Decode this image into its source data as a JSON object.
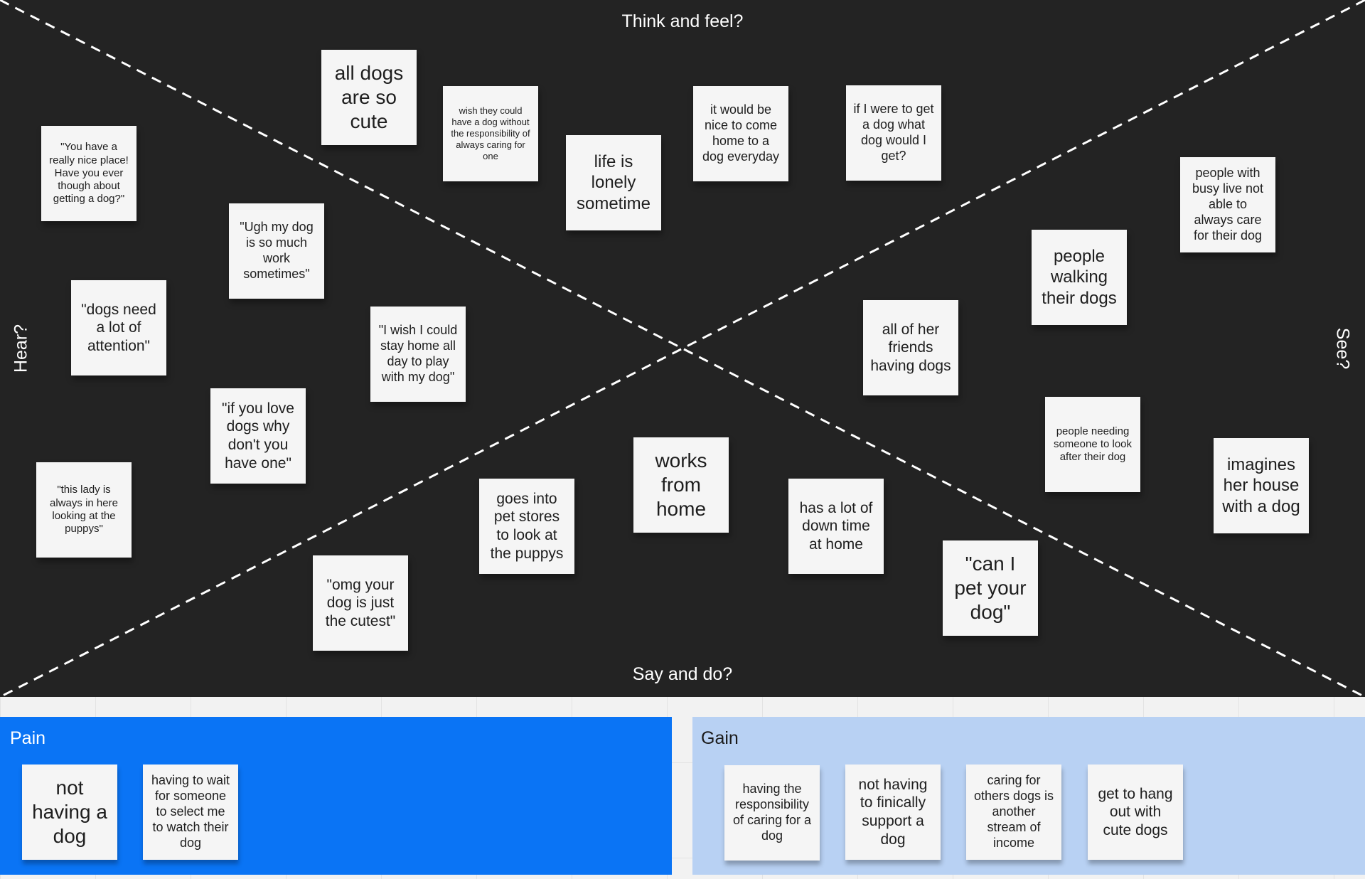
{
  "board": {
    "labels": {
      "think": "Think and feel?",
      "say": "Say and do?",
      "hear": "Hear?",
      "see": "See?"
    },
    "colors": {
      "background": "#232323",
      "note": "#f5f5f5",
      "lines": "#ffffff"
    },
    "notes": {
      "all_dogs_cute": "all dogs are so cute",
      "wish_dog_no_responsibility": "wish they could have a dog without the responsibility of always caring for one",
      "life_lonely": "life is lonely sometime",
      "nice_come_home": "it would be nice to come home to a dog everyday",
      "what_dog": "if I were to get a dog what dog would I get?",
      "nice_place": "\"You have a really nice place! Have you ever though about getting a dog?\"",
      "ugh_work": "\"Ugh my dog is so much work sometimes\"",
      "need_attention": "\"dogs need a lot of attention\"",
      "wish_stay_home": "\"I wish I could stay home all day to play with my dog\"",
      "why_dont_you": "\"if you love dogs why don't you have one\"",
      "lady_puppys": "\"this lady is always in here looking at the puppys\"",
      "busy_people": "people with busy live not able to always care for their dog",
      "people_walking": "people walking their dogs",
      "friends_dogs": "all of her friends having dogs",
      "needing_someone": "people needing someone to look after their dog",
      "imagines_house": "imagines her house with a dog",
      "works_home": "works from home",
      "pet_stores": "goes into pet stores to look at the puppys",
      "down_time": "has a lot of down time at home",
      "can_pet": "\"can I pet your dog\"",
      "omg_cutest": "\"omg your dog is just the cutest\""
    }
  },
  "pain": {
    "title": "Pain",
    "color": "#0a74f5",
    "notes": {
      "not_having": "not having a dog",
      "having_to_wait": "having to wait for someone to select me to watch their dog"
    }
  },
  "gain": {
    "title": "Gain",
    "color": "#b8d1f3",
    "notes": {
      "responsibility": "having the responsibility of caring for a dog",
      "not_finically": "not having to finically support a dog",
      "income": "caring for others dogs is another stream of income",
      "hang_out": "get to hang out with cute dogs"
    }
  }
}
